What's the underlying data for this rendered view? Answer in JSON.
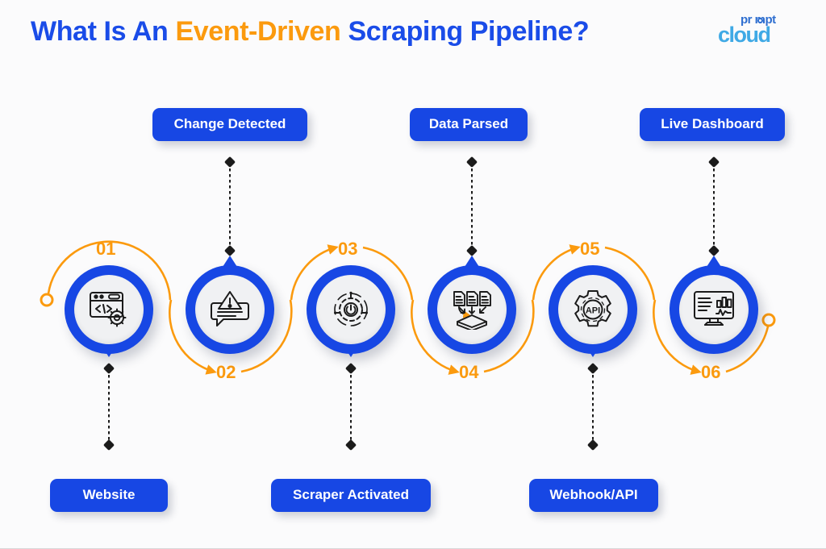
{
  "header": {
    "title_segments": [
      {
        "text": "What Is An ",
        "color": "#1A4CE8"
      },
      {
        "text": "Event-Driven ",
        "color": "#FB9A0E"
      },
      {
        "text": "Scraping Pipeline?",
        "color": "#1A4CE8"
      }
    ],
    "title_plain": "What Is An Event-Driven Scraping Pipeline?"
  },
  "logo": {
    "top_word": "pr mpt",
    "bottom_word": "cloud",
    "top_color": "#2F6FD0",
    "bottom_color": "#3FA9E5"
  },
  "theme": {
    "background": "#FBFBFC",
    "blue": "#1747E4",
    "orange": "#FB9A0E",
    "disc": "#F0F1F3",
    "ink": "#1B1B1B"
  },
  "steps": [
    {
      "number": "01",
      "label": "Website",
      "label_position": "bottom",
      "icon": "browser-code-gear-icon",
      "icon_name": "Website source with code and settings"
    },
    {
      "number": "02",
      "label": "Change Detected",
      "label_position": "top",
      "icon": "alert-speech-bubble-icon",
      "icon_name": "Alert notification bubble"
    },
    {
      "number": "03",
      "label": "Scraper Activated",
      "label_position": "bottom",
      "icon": "power-activation-icon",
      "icon_name": "Scraper activation power ring"
    },
    {
      "number": "04",
      "label": "Data Parsed",
      "label_position": "top",
      "icon": "documents-into-box-icon",
      "icon_name": "Documents parsed into storage"
    },
    {
      "number": "05",
      "label": "Webhook/API",
      "label_position": "bottom",
      "icon": "api-gear-icon",
      "icon_name": "API gear",
      "icon_text": "API"
    },
    {
      "number": "06",
      "label": "Live Dashboard",
      "label_position": "top",
      "icon": "dashboard-monitor-icon",
      "icon_name": "Live dashboard monitor"
    }
  ]
}
